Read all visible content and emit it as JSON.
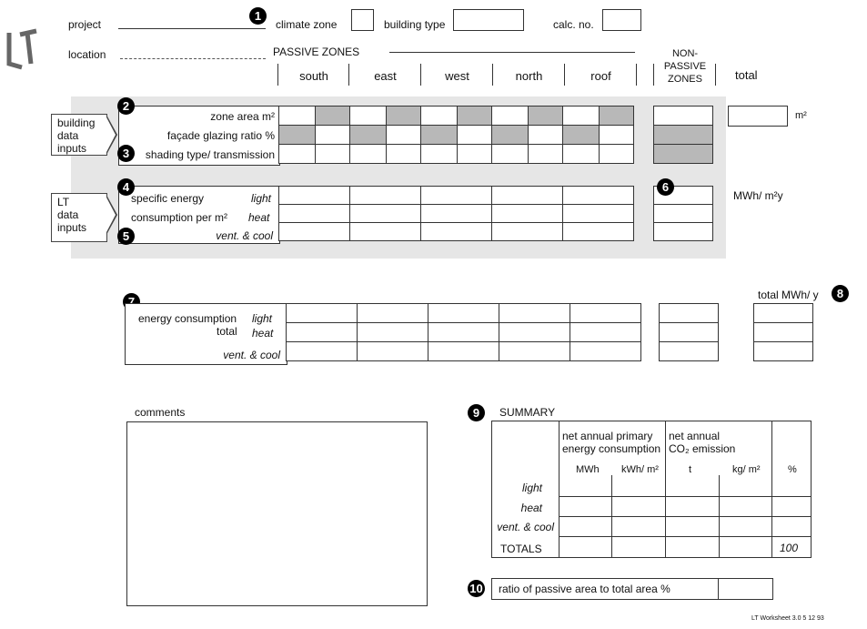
{
  "header": {
    "project": "project",
    "climate_zone": "climate zone",
    "building_type": "building type",
    "calc_no": "calc. no.",
    "location": "location",
    "passive_zones": "PASSIVE ZONES",
    "non_passive": [
      "NON-",
      "PASSIVE",
      "ZONES"
    ],
    "total": "total",
    "zones": [
      "south",
      "east",
      "west",
      "north",
      "roof"
    ]
  },
  "badges": [
    "1",
    "2",
    "3",
    "4",
    "5",
    "6",
    "7",
    "8",
    "9",
    "10"
  ],
  "building_inputs": {
    "tag": [
      "building",
      "data",
      "inputs"
    ],
    "rows": [
      "zone area m²",
      "façade glazing ratio %",
      "shading type/ transmission"
    ],
    "unit": "m²"
  },
  "lt_inputs": {
    "tag": [
      "LT",
      "data",
      "inputs"
    ],
    "label1": "specific energy",
    "label2": "consumption per m²",
    "light": "light",
    "heat": "heat",
    "vent": "vent. & cool",
    "unit": "MWh/ m²y"
  },
  "energy": {
    "label1": "energy consumption",
    "label2": "total",
    "light": "light",
    "heat": "heat",
    "vent": "vent. & cool",
    "total_label": "total MWh/ y"
  },
  "comments": "comments",
  "summary": {
    "title": "SUMMARY",
    "col1": [
      "net annual primary",
      "energy consumption"
    ],
    "col2": [
      "net annual",
      "CO₂ emission"
    ],
    "units": [
      "MWh",
      "kWh/ m²",
      "t",
      "kg/ m²",
      "%"
    ],
    "rows": [
      "light",
      "heat",
      "vent. & cool",
      "TOTALS"
    ],
    "totals_pct": "100"
  },
  "ratio": "ratio of passive area to total area %",
  "footer": "LT Worksheet 3.0 5 12 93"
}
